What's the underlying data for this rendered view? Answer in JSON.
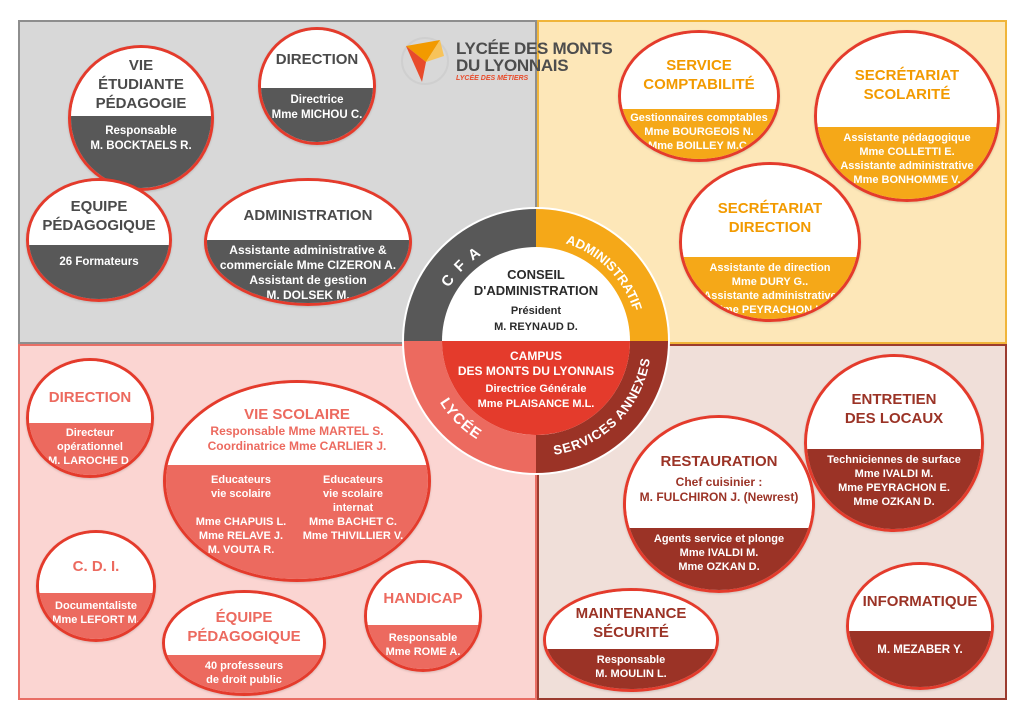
{
  "logo": {
    "name_1": "LYCÉE DES MONTS",
    "name_2": "DU LYONNAIS",
    "tagline": "LYCÉE DES MÉTIERS"
  },
  "center": {
    "ring_cfa": "C F A",
    "ring_administratif": "ADMINISTRATIF",
    "ring_lycee": "LYCÉE",
    "ring_services": "SERVICES ANNEXES",
    "conseil_1": "CONSEIL",
    "conseil_2": "D'ADMINISTRATION",
    "president_label": "Président",
    "president_name": "M. REYNAUD D.",
    "campus_1": "CAMPUS",
    "campus_2": "DES MONTS DU LYONNAIS",
    "dg_label": "Directrice Générale",
    "dg_name": "Mme PLAISANCE M.L."
  },
  "colors": {
    "grey": "#585858",
    "orange": "#f5a818",
    "coral": "#ec6a5f",
    "brown": "#9b3326",
    "red": "#e43b2c"
  },
  "cfa": {
    "vie": {
      "title": [
        "VIE",
        "ÉTUDIANTE",
        "PÉDAGOGIE"
      ],
      "body": [
        "Responsable",
        "M. BOCKTAELS R."
      ]
    },
    "direction": {
      "title": [
        "DIRECTION"
      ],
      "body": [
        "Directrice",
        "Mme MICHOU C."
      ]
    },
    "equipe": {
      "title": [
        "EQUIPE",
        "PÉDAGOGIQUE"
      ],
      "body": [
        "26 Formateurs"
      ]
    },
    "administration": {
      "title": [
        "ADMINISTRATION"
      ],
      "body": [
        "Assistante administrative &",
        "commerciale Mme CIZERON A.",
        "Assistant de gestion",
        "M. DOLSEK M."
      ]
    }
  },
  "administratif": {
    "compta": {
      "title": [
        "SERVICE",
        "COMPTABILITÉ"
      ],
      "body": [
        "Gestionnaires comptables",
        "Mme BOURGEOIS N.",
        "Mme BOILLEY M.C."
      ]
    },
    "scolarite": {
      "title": [
        "SECRÉTARIAT",
        "SCOLARITÉ"
      ],
      "body": [
        "Assistante pédagogique",
        "Mme COLLETTI E.",
        "Assistante administrative",
        "Mme BONHOMME V."
      ]
    },
    "secdir": {
      "title": [
        "SECRÉTARIAT",
        "DIRECTION"
      ],
      "body": [
        "Assistante de direction",
        "Mme DURY G..",
        "Assistante administrative",
        "Mme PEYRACHON K."
      ]
    }
  },
  "lycee": {
    "direction": {
      "title": [
        "DIRECTION"
      ],
      "body": [
        "Directeur",
        "opérationnel",
        "M. LAROCHE D."
      ]
    },
    "vie_scolaire": {
      "title": [
        "VIE SCOLAIRE"
      ],
      "sub": [
        "Responsable Mme MARTEL S.",
        "Coordinatrice Mme CARLIER J."
      ],
      "left": [
        "Educateurs",
        "vie scolaire",
        "",
        "Mme CHAPUIS L.",
        "Mme RELAVE J.",
        "M. VOUTA R."
      ],
      "right": [
        "Educateurs",
        "vie scolaire",
        "internat",
        "",
        "Mme BACHET C.",
        "Mme THIVILLIER V."
      ]
    },
    "cdi": {
      "title": [
        "C. D. I."
      ],
      "body": [
        "Documentaliste",
        "Mme LEFORT M."
      ]
    },
    "equipe": {
      "title": [
        "ÉQUIPE",
        "PÉDAGOGIQUE"
      ],
      "body": [
        "40 professeurs",
        "de droit public"
      ]
    },
    "handicap": {
      "title": [
        "HANDICAP"
      ],
      "body": [
        "Responsable",
        "Mme ROME A."
      ]
    }
  },
  "services": {
    "restauration": {
      "title": [
        "RESTAURATION"
      ],
      "sub": [
        "Chef cuisinier :",
        "M. FULCHIRON J. (Newrest)"
      ],
      "body": [
        "Agents service et plonge",
        "Mme IVALDI M.",
        "Mme OZKAN D."
      ]
    },
    "entretien": {
      "title": [
        "ENTRETIEN",
        "DES LOCAUX"
      ],
      "body": [
        "Techniciennes de surface",
        "Mme IVALDI M.",
        "Mme PEYRACHON E.",
        "Mme OZKAN D."
      ]
    },
    "maintenance": {
      "title": [
        "MAINTENANCE",
        "SÉCURITÉ"
      ],
      "body": [
        "Responsable",
        "M. MOULIN L."
      ]
    },
    "informatique": {
      "title": [
        "INFORMATIQUE"
      ],
      "body": [
        "M. MEZABER Y."
      ]
    }
  }
}
